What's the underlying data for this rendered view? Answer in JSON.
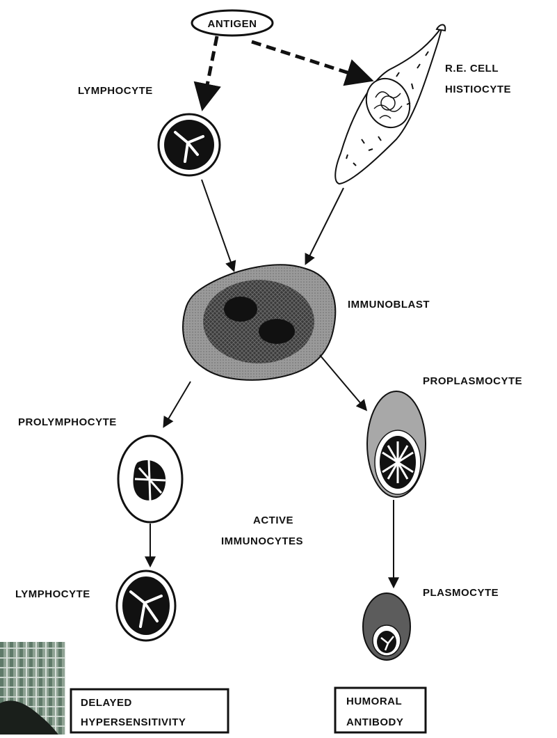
{
  "labels": {
    "antigen": "ANTIGEN",
    "lymphocyte_top": "LYMPHOCYTE",
    "re_cell_line1": "R.E. CELL",
    "re_cell_line2": "HISTIOCYTE",
    "immunoblast": "IMMUNOBLAST",
    "proplasmocyte": "PROPLASMOCYTE",
    "prolymphocyte": "PROLYMPHOCYTE",
    "active_line1": "ACTIVE",
    "active_line2": "IMMUNOCYTES",
    "lymphocyte_bottom": "LYMPHOCYTE",
    "plasmocyte": "PLASMOCYTE"
  },
  "outcomes": {
    "delayed_line1": "DELAYED",
    "delayed_line2": "HYPERSENSITIVITY",
    "humoral_line1": "HUMORAL",
    "humoral_line2": "ANTIBODY"
  },
  "colors": {
    "ink": "#111111",
    "immunoblast_cytoplasm": "#9a9a9a",
    "immunoblast_nucleus": "#3a3a3a",
    "proplasmocyte_cytoplasm": "#a8a8a8",
    "plasmocyte_cytoplasm": "#5c5c5c",
    "corner_texture": "#6f8a78"
  }
}
